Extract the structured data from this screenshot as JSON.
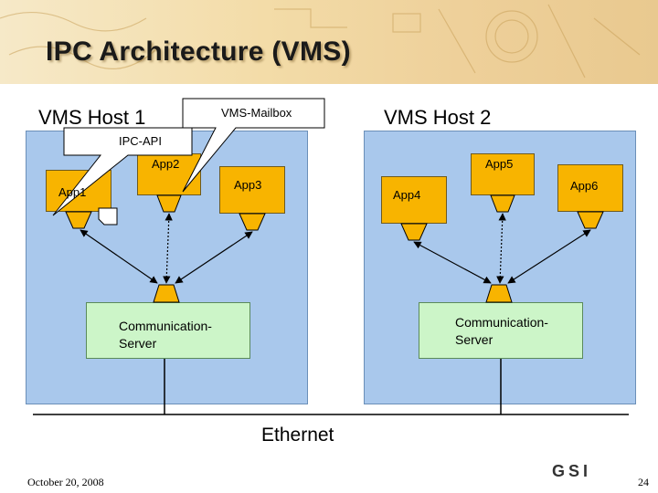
{
  "slide": {
    "title": "IPC Architecture (VMS)",
    "date": "October 20, 2008",
    "page_number": "24",
    "logo_text": "GSI"
  },
  "host1": {
    "label": "VMS Host 1",
    "apps": [
      "App1",
      "App2",
      "App3"
    ],
    "server": "Communication-\nServer"
  },
  "host2": {
    "label": "VMS Host 2",
    "apps": [
      "App4",
      "App5",
      "App6"
    ],
    "server": "Communication-\nServer"
  },
  "callouts": {
    "mailbox": "VMS-Mailbox",
    "api": "IPC-API"
  },
  "network": {
    "label": "Ethernet"
  },
  "colors": {
    "host_box": "#a9c8ec",
    "app_box": "#f8b400",
    "server_box": "#ccf5c8"
  }
}
